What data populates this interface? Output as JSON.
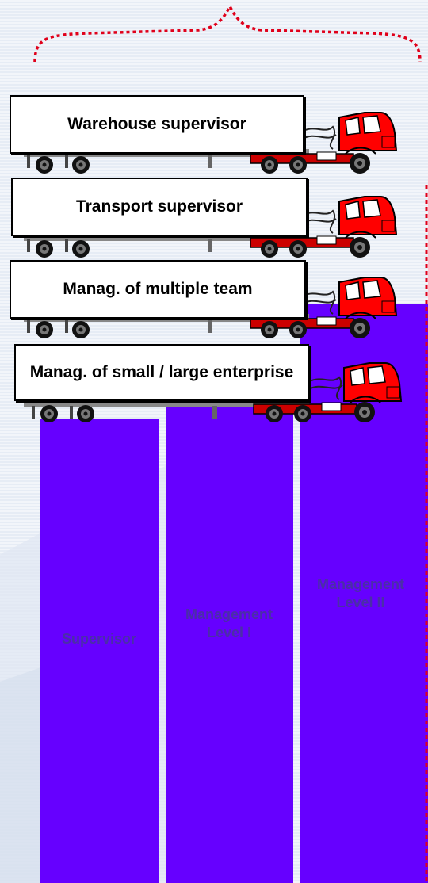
{
  "trucks": [
    {
      "label": "Warehouse supervisor"
    },
    {
      "label": "Transport supervisor"
    },
    {
      "label": "Manag. of multiple team"
    },
    {
      "label": "Manag. of small / large enterprise"
    }
  ],
  "bars": [
    {
      "label": "Supervisor"
    },
    {
      "label": "Management\nLevel I"
    },
    {
      "label": "Management\nLevel II"
    }
  ],
  "colors": {
    "bar": "#6600ff",
    "bar_label": "#4b2ea8",
    "dashed_line": "#e0001a",
    "truck_cab": "#ff0000"
  }
}
